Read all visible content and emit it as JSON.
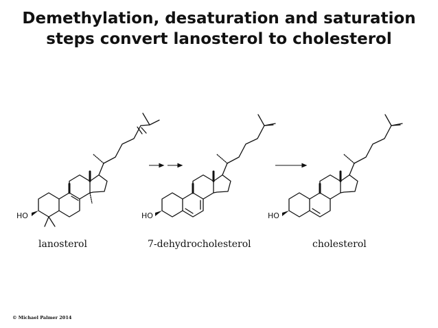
{
  "title": {
    "line1": "Demethylation, desaturation and saturation",
    "line2": "steps convert lanosterol to cholesterol"
  },
  "molecules": [
    {
      "name": "lanosterol",
      "hydroxyl_label": "HO"
    },
    {
      "name": "7-dehydrocholesterol",
      "hydroxyl_label": "HO"
    },
    {
      "name": "cholesterol",
      "hydroxyl_label": "HO"
    }
  ],
  "arrows": {
    "first_step": "→ →",
    "second_step": "→"
  },
  "footer": "© Michael Palmer 2014",
  "colors": {
    "ink": "#111111",
    "background": "#ffffff"
  }
}
